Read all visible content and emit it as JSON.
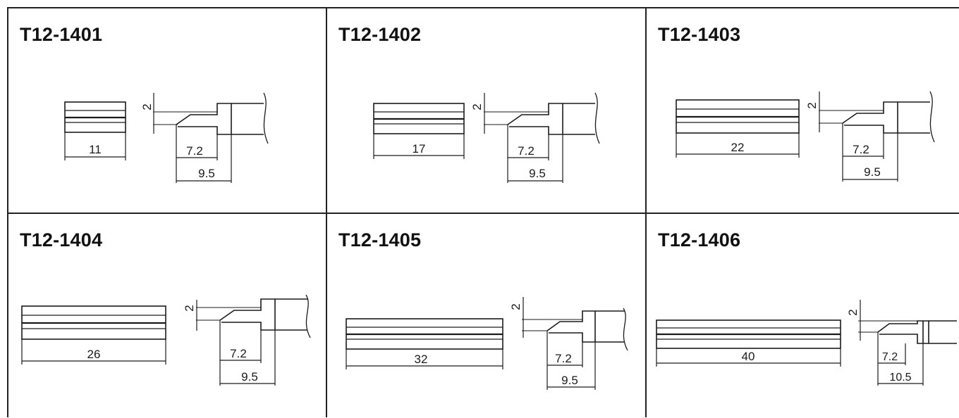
{
  "sheet": {
    "cells": [
      {
        "model": "T12-1401",
        "length_label": "11",
        "dim_a": "7.2",
        "dim_b": "9.5",
        "thickness": "2"
      },
      {
        "model": "T12-1402",
        "length_label": "17",
        "dim_a": "7.2",
        "dim_b": "9.5",
        "thickness": "2"
      },
      {
        "model": "T12-1403",
        "length_label": "22",
        "dim_a": "7.2",
        "dim_b": "9.5",
        "thickness": "2"
      },
      {
        "model": "T12-1404",
        "length_label": "26",
        "dim_a": "7.2",
        "dim_b": "9.5",
        "thickness": "2"
      },
      {
        "model": "T12-1405",
        "length_label": "32",
        "dim_a": "7.2",
        "dim_b": "9.5",
        "thickness": "2"
      },
      {
        "model": "T12-1406",
        "length_label": "40",
        "dim_a": "7.2",
        "dim_b": "10.5",
        "thickness": "2"
      }
    ]
  }
}
